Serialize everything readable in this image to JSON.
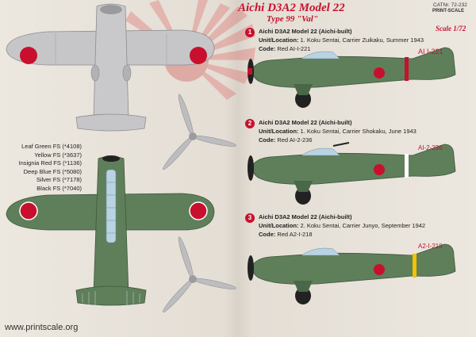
{
  "header": {
    "title": "Aichi D3A2 Model 22",
    "subtitle": "Type 99 \"Val\"",
    "catalog": "CATNr. 72-232",
    "brand": "PRINT-SCALE",
    "scale": "Scale 1/72"
  },
  "colors_legend": [
    "Leaf Green FS (*4108)",
    "Yellow  FS (*3637)",
    "Insignia Red FS (*1136)",
    "Deep Blue FS (*5080)",
    "Silver FS (*7178)",
    "Black FS (*7040)"
  ],
  "profiles": [
    {
      "number": "1",
      "heading": "Aichi D3A2 Model 22 (Aichi-built)",
      "unit_label": "Unit/Location:",
      "unit_value": " 1. Koku Sentai, Carrier Zuikaku, Summer 1943",
      "code_label": "Code:",
      "code_value": " Red AI-I-221",
      "tail_code": "AI I-221",
      "band_color": "#c8102e"
    },
    {
      "number": "2",
      "heading": "Aichi D3A2 Model 22 (Aichi-built)",
      "unit_label": "Unit/Location:",
      "unit_value": " 1. Koku Sentai, Carrier Shokaku, June 1943",
      "code_label": "Code:",
      "code_value": " Red AI-2-236",
      "tail_code": "AI-2-236",
      "band_color": "#ffffff"
    },
    {
      "number": "3",
      "heading": "Aichi D3A2 Model 22 (Aichi-built)",
      "unit_label": "Unit/Location:",
      "unit_value": " 2. Koku Sentai, Carrier Junyo, September 1942",
      "code_label": "Code:",
      "code_value": " Red A2-I-218",
      "tail_code": "A2-I-218",
      "band_color": "#f2c200"
    }
  ],
  "website": "www.printscale.org",
  "palette": {
    "green": "#5e7f5a",
    "green_dark": "#4a6848",
    "silver": "#c6c6c8",
    "red": "#c8102e",
    "black": "#222222",
    "background": "#ece7df"
  }
}
